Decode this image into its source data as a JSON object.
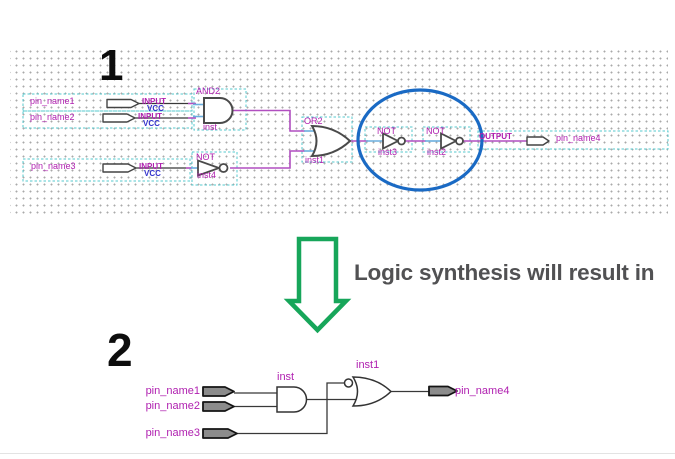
{
  "panel1": {
    "step_number": "1",
    "pins": [
      {
        "name": "pin_name1",
        "type": "INPUT",
        "level": "VCC"
      },
      {
        "name": "pin_name2",
        "type": "INPUT",
        "level": "VCC"
      },
      {
        "name": "pin_name3",
        "type": "INPUT",
        "level": "VCC"
      }
    ],
    "gates": [
      {
        "type": "AND2",
        "inst": "inst"
      },
      {
        "type": "OR2",
        "inst": "inst1"
      },
      {
        "type": "NOT",
        "inst": "inst4"
      },
      {
        "type": "NOT",
        "inst": "inst3"
      },
      {
        "type": "NOT",
        "inst": "inst2"
      }
    ],
    "output": {
      "type": "OUTPUT",
      "name": "pin_name4"
    }
  },
  "transition": {
    "label": "Logic synthesis will result in"
  },
  "panel2": {
    "step_number": "2",
    "input_pins": [
      "pin_name1",
      "pin_name2",
      "pin_name3"
    ],
    "gates": [
      {
        "inst": "inst"
      },
      {
        "inst": "inst1"
      }
    ],
    "output_pin": "pin_name4"
  },
  "colors": {
    "label_magenta": "#b020b0",
    "wire_magenta": "#b14fc0",
    "gate_stub_blue": "#6aaede",
    "vcc_blue": "#3333cc",
    "selection_cyan": "#55c8ce",
    "ellipse_blue": "#1a6ac4",
    "arrow_green": "#17a65a",
    "caption_gray": "#515153",
    "pin_fill_gray": "#8c8c8c"
  }
}
